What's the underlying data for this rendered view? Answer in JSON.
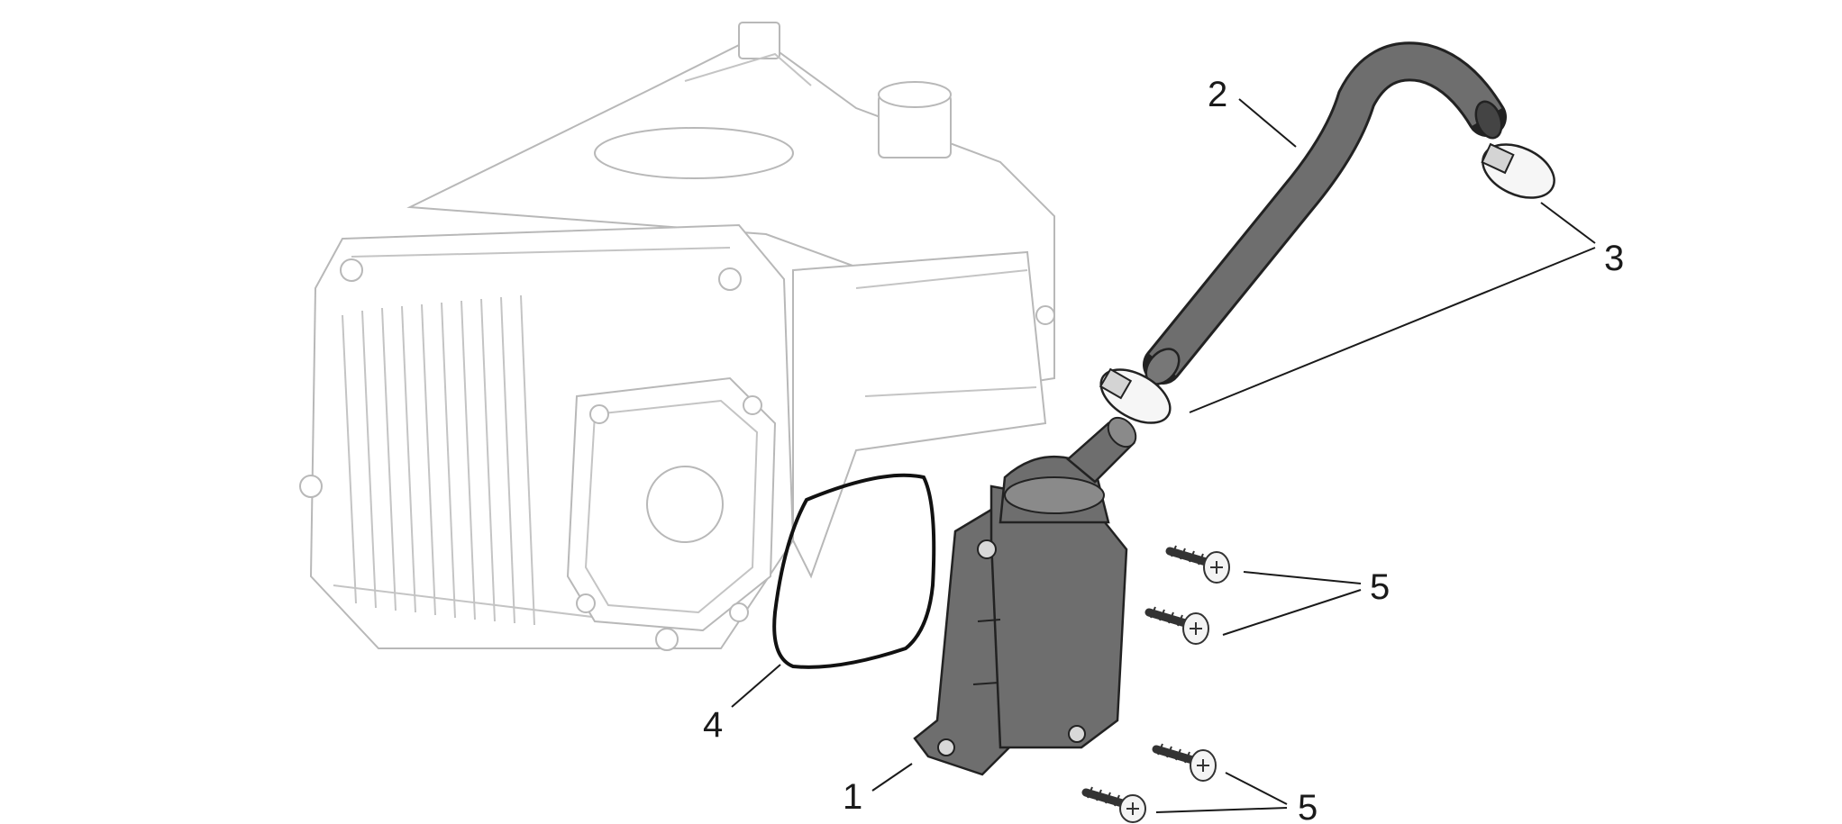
{
  "labels": {
    "l1": "1",
    "l2": "2",
    "l3": "3",
    "l4": "4",
    "l5a": "5",
    "l5b": "5"
  },
  "colors": {
    "part_fill": "#6e6e6e",
    "engine_line": "#b8b8b8",
    "leader": "#1a1a1a"
  }
}
